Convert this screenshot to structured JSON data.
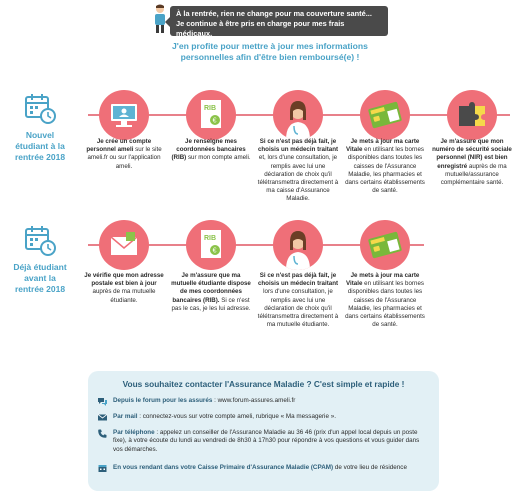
{
  "header": {
    "speech_line1": "À la rentrée, rien ne change pour ma couverture santé...",
    "speech_line2": "Je continue à être pris en charge pour mes frais médicaux.",
    "intro_line1": "J'en profite pour mettre à jour mes informations",
    "intro_line2": "personnelles afin d'être bien remboursé(e) !"
  },
  "sections": [
    {
      "label_lines": [
        "Nouvel",
        "étudiant à la",
        "rentrée 2018"
      ],
      "steps": [
        {
          "bold": "Je crée un compte personnel ameli",
          "normal": " sur le site ameli.fr ou sur l'application ameli.",
          "icon": "computer-icon"
        },
        {
          "bold": "Je renseigne mes coordonnées bancaires (RIB)",
          "normal": " sur mon compte ameli.",
          "icon": "rib-document-icon"
        },
        {
          "bold": "Si ce n'est pas déjà fait, je choisis un médecin traitant",
          "normal": " et, lors d'une consultation, je remplis avec lui une déclaration de choix qu'il télétransmettra directement à ma caisse d'Assurance Maladie.",
          "icon": "doctor-icon"
        },
        {
          "bold": "Je mets à jour ma carte Vitale",
          "normal": " en utilisant les bornes disponibles dans toutes les caisses de l'Assurance Maladie, les pharmacies et dans certains établissements de santé.",
          "icon": "vitale-card-icon"
        },
        {
          "bold": "Je m'assure que mon numéro de sécurité sociale personnel (NIR) est bien enregistré",
          "normal": " auprès de ma mutuelle/assurance complémentaire santé.",
          "icon": "puzzle-icon"
        }
      ]
    },
    {
      "label_lines": [
        "Déjà étudiant",
        "avant la",
        "rentrée 2018"
      ],
      "steps": [
        {
          "bold": "Je vérifie que mon adresse postale est bien à jour",
          "normal": " auprès de ma mutuelle étudiante.",
          "icon": "envelope-icon"
        },
        {
          "bold": "Je m'assure que ma mutuelle étudiante dispose de mes coordonnées bancaires (RIB).",
          "normal": " Si ce n'est pas le cas, je les lui adresse.",
          "icon": "rib-document-icon"
        },
        {
          "bold": "Si ce n'est pas déjà fait, je choisis un médecin traitant",
          "normal": " lors d'une consultation, je remplis avec lui une déclaration de choix qu'il télétransmettra directement à ma mutuelle étudiante.",
          "icon": "doctor-icon"
        },
        {
          "bold": "Je mets à jour ma carte Vitale",
          "normal": " en utilisant les bornes disponibles dans toutes les caisses de l'Assurance Maladie, les pharmacies et dans certains établissements de santé.",
          "icon": "vitale-card-icon"
        }
      ]
    }
  ],
  "contact": {
    "title": "Vous souhaitez contacter l'Assurance Maladie ? C'est simple et rapide !",
    "rows": [
      {
        "icon": "forum-icon",
        "head": "Depuis le forum pour les assurés",
        "text": " : www.forum-assures.ameli.fr"
      },
      {
        "icon": "mail-icon",
        "head": "Par mail",
        "text": " : connectez-vous sur votre compte ameli, rubrique « Ma messagerie »."
      },
      {
        "icon": "phone-icon",
        "head": "Par téléphone",
        "text": " : appelez un conseiller de l'Assurance Maladie au 36 46 (prix d'un appel local depuis un poste fixe), à votre écoute du lundi au vendredi de 8h30 à 17h30 pour répondre à vos questions et vous guider dans vos démarches."
      },
      {
        "icon": "agency-icon",
        "head": "En vous rendant dans votre Caisse Primaire d'Assurance Maladie (CPAM)",
        "text": " de votre lieu de résidence"
      }
    ]
  },
  "colors": {
    "accent_blue": "#4aa3c7",
    "bubble_pink": "#ef6f78",
    "timeline_pink": "#e8808a",
    "contact_bg": "#e2f0f5"
  }
}
